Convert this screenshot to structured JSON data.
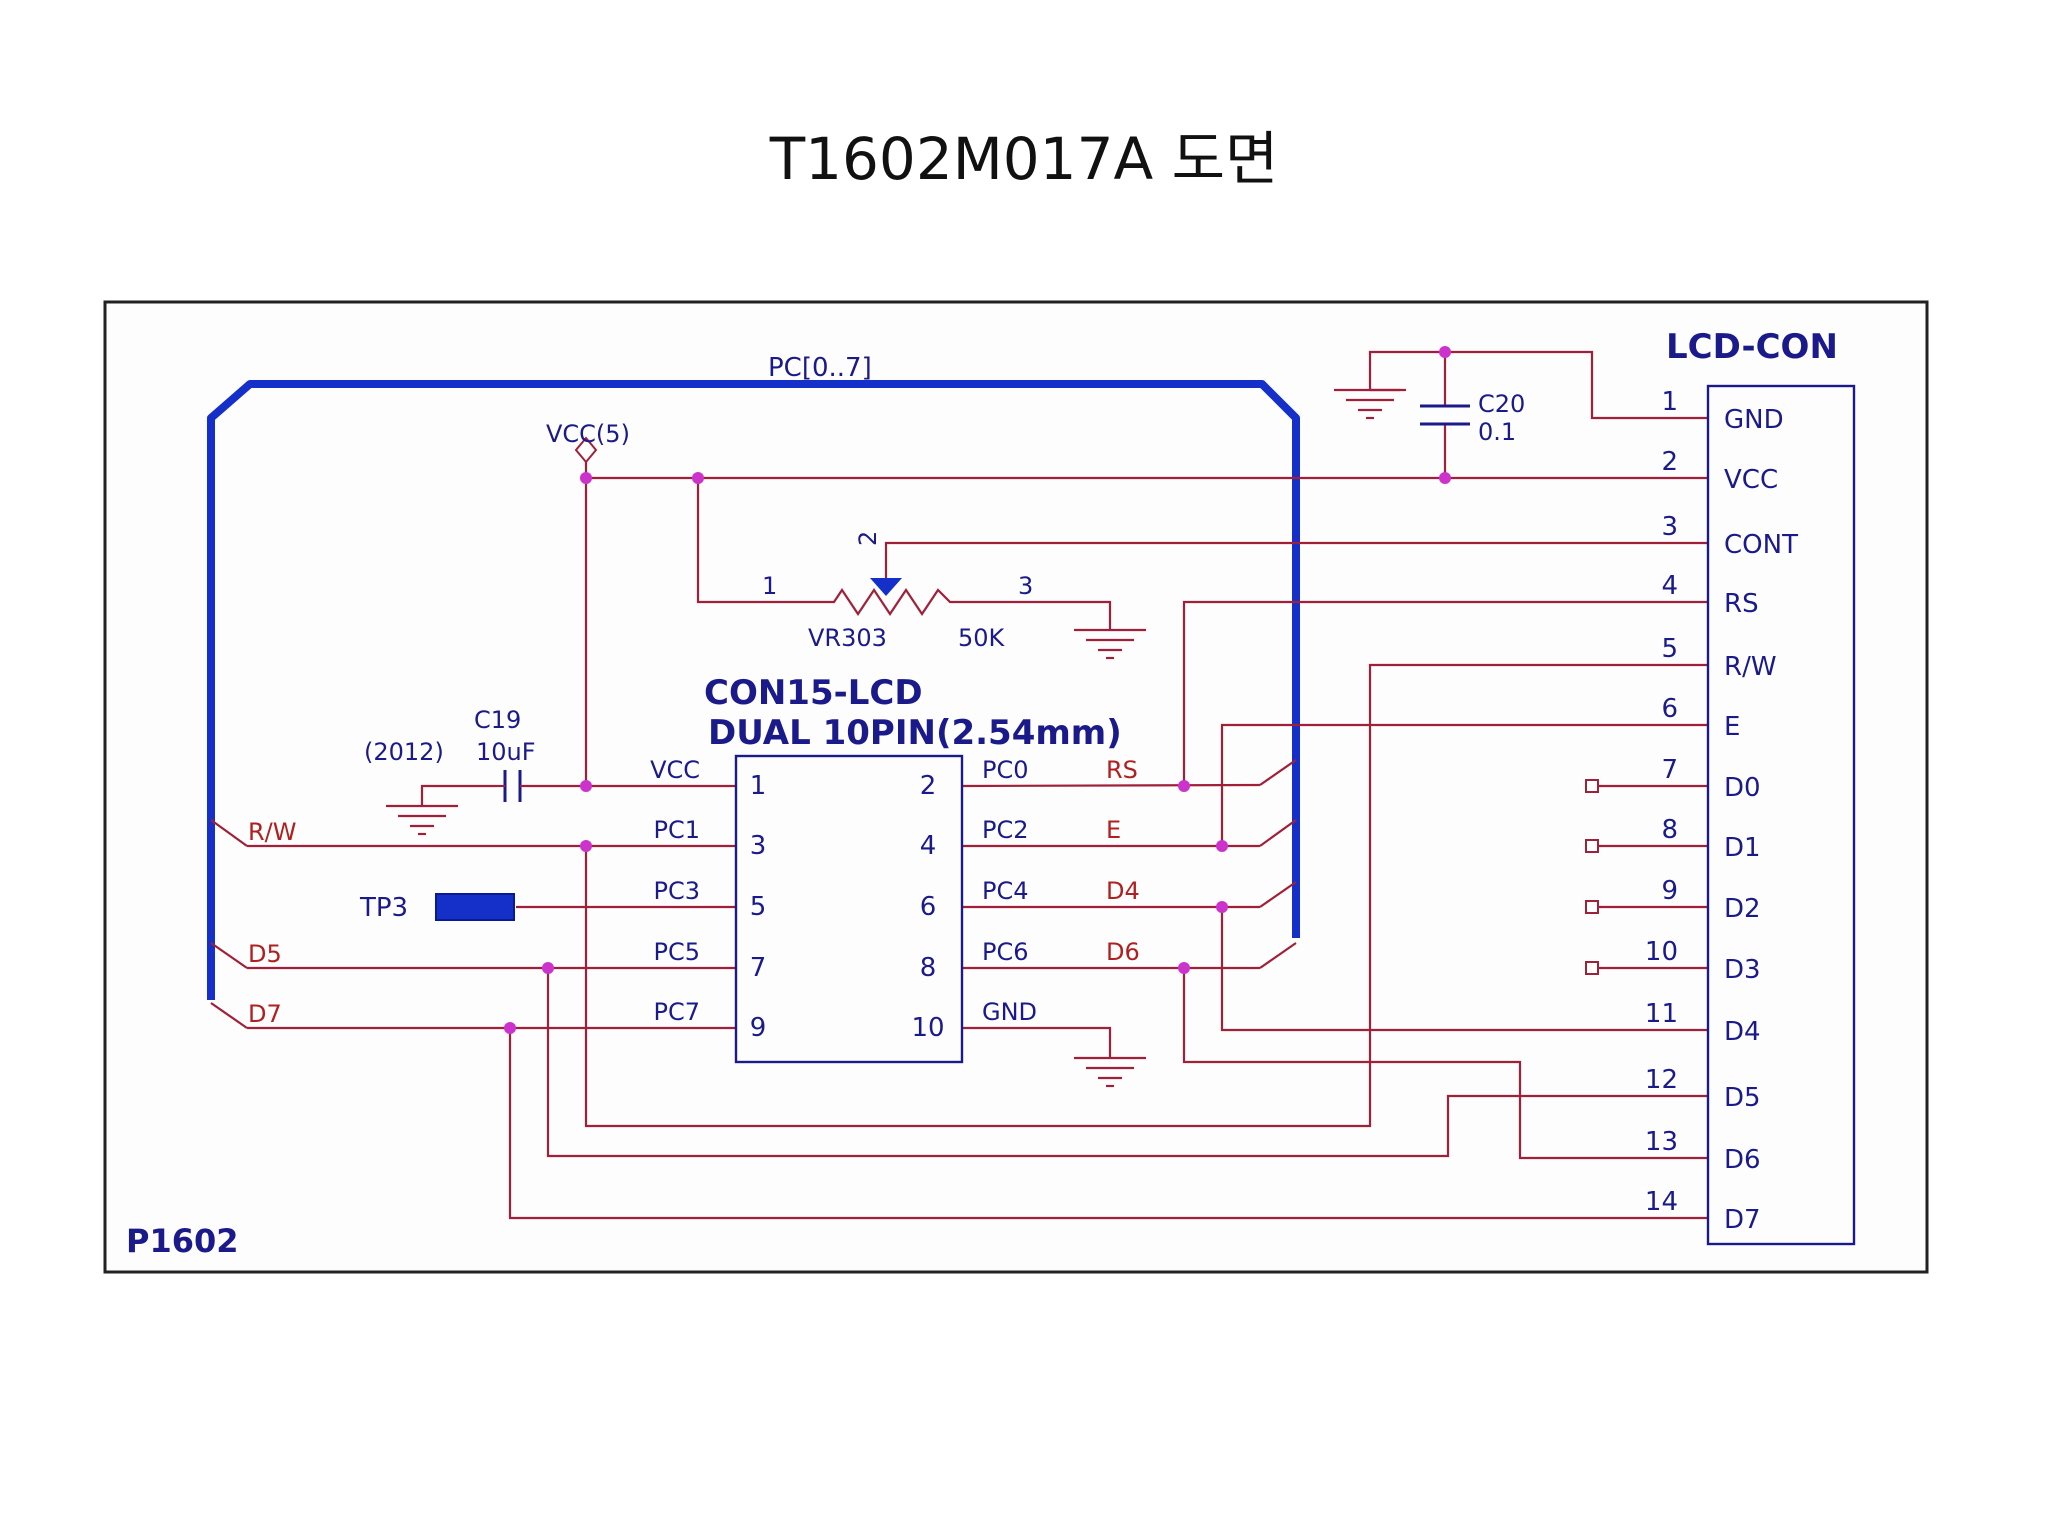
{
  "title": "T1602M017A 도면",
  "schematic": {
    "board_label": "P1602",
    "bus_label": "PC[0..7]",
    "power_label": "VCC(5)",
    "connector": {
      "title": "CON15-LCD",
      "subtitle": "DUAL 10PIN(2.54mm)",
      "left_pins": [
        {
          "num": "1",
          "net": "VCC",
          "net_color": "#1a1a8a"
        },
        {
          "num": "3",
          "net": "PC1",
          "net_color": "#1a1a8a"
        },
        {
          "num": "5",
          "net": "PC3",
          "net_color": "#1a1a8a"
        },
        {
          "num": "7",
          "net": "PC5",
          "net_color": "#1a1a8a"
        },
        {
          "num": "9",
          "net": "PC7",
          "net_color": "#1a1a8a"
        }
      ],
      "right_pins": [
        {
          "num": "2",
          "net": "PC0",
          "signal": "RS"
        },
        {
          "num": "4",
          "net": "PC2",
          "signal": "E"
        },
        {
          "num": "6",
          "net": "PC4",
          "signal": "D4"
        },
        {
          "num": "8",
          "net": "PC6",
          "signal": "D6"
        },
        {
          "num": "10",
          "net": "GND",
          "signal": ""
        }
      ]
    },
    "bus_taps_left": [
      "R/W",
      "D5",
      "D7"
    ],
    "lcd": {
      "title": "LCD-CON",
      "pins": [
        {
          "num": "1",
          "name": "GND"
        },
        {
          "num": "2",
          "name": "VCC"
        },
        {
          "num": "3",
          "name": "CONT"
        },
        {
          "num": "4",
          "name": "RS"
        },
        {
          "num": "5",
          "name": "R/W"
        },
        {
          "num": "6",
          "name": "E"
        },
        {
          "num": "7",
          "name": "D0"
        },
        {
          "num": "8",
          "name": "D1"
        },
        {
          "num": "9",
          "name": "D2"
        },
        {
          "num": "10",
          "name": "D3"
        },
        {
          "num": "11",
          "name": "D4"
        },
        {
          "num": "12",
          "name": "D5"
        },
        {
          "num": "13",
          "name": "D6"
        },
        {
          "num": "14",
          "name": "D7"
        }
      ]
    },
    "c19": {
      "ref": "C19",
      "size": "(2012)",
      "value": "10uF"
    },
    "c20": {
      "ref": "C20",
      "value": "0.1"
    },
    "vr": {
      "ref": "VR303",
      "value": "50K",
      "pin1": "1",
      "pin2": "2",
      "pin3": "3"
    },
    "tp": {
      "ref": "TP3"
    },
    "colors": {
      "wire": "#a0203a",
      "bus": "#1530c8",
      "junction": "#cc33cc",
      "text": "#1a1a8a",
      "signal_text": "#b02020",
      "frame": "#222222"
    }
  }
}
